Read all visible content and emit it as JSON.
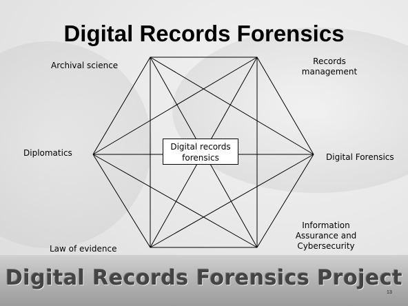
{
  "slide": {
    "title": "Digital Records Forensics",
    "center_label_line1": "Digital records",
    "center_label_line2": "forensics",
    "nodes": {
      "archival_science": "Archival science",
      "records_management_line1": "Records",
      "records_management_line2": "management",
      "diplomatics": "Diplomatics",
      "digital_forensics": "Digital Forensics",
      "information_assurance_line1": "Information",
      "information_assurance_line2": "Assurance and",
      "information_assurance_line3": "Cybersecurity",
      "law_of_evidence": "Law of evidence"
    },
    "footer": "Digital Records Forensics Project",
    "page_number": "13"
  }
}
